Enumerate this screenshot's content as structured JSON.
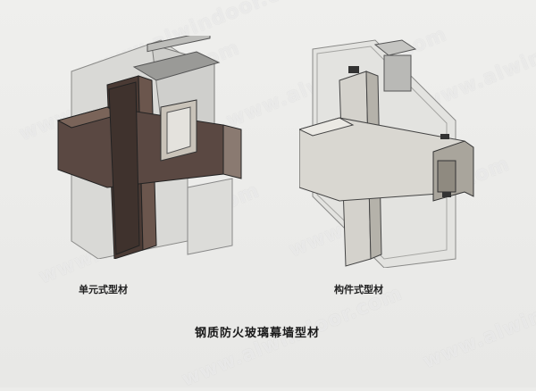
{
  "watermark_text": "www.alwindoor.com",
  "captions": {
    "left": "单元式型材",
    "right": "构件式型材"
  },
  "title": "钢质防火玻璃幕墙型材"
}
